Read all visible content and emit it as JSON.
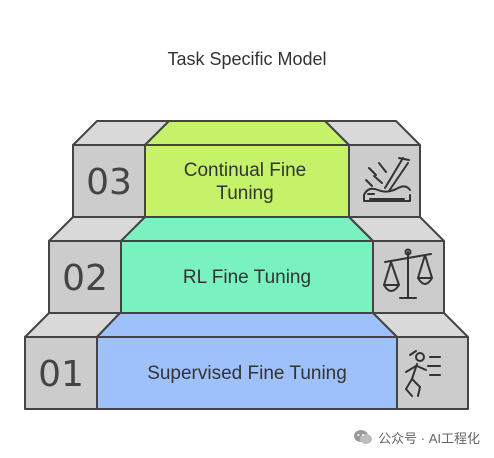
{
  "title": "Task Specific Model",
  "steps": [
    {
      "number": "03",
      "label": "Continual Fine\nTuning",
      "icon": "tools-icon",
      "color": "#c6f26a"
    },
    {
      "number": "02",
      "label": "RL Fine Tuning",
      "icon": "balance-scale-icon",
      "color": "#7af2c0"
    },
    {
      "number": "01",
      "label": "Supervised Fine Tuning",
      "icon": "walking-person-icon",
      "color": "#9fc1fb"
    }
  ],
  "watermark": {
    "text": "公众号 · AI工程化"
  },
  "colors": {
    "side_fill": "#cccccc",
    "top_fill": "#d9d9d9",
    "outline": "#444444",
    "text": "#333333"
  }
}
